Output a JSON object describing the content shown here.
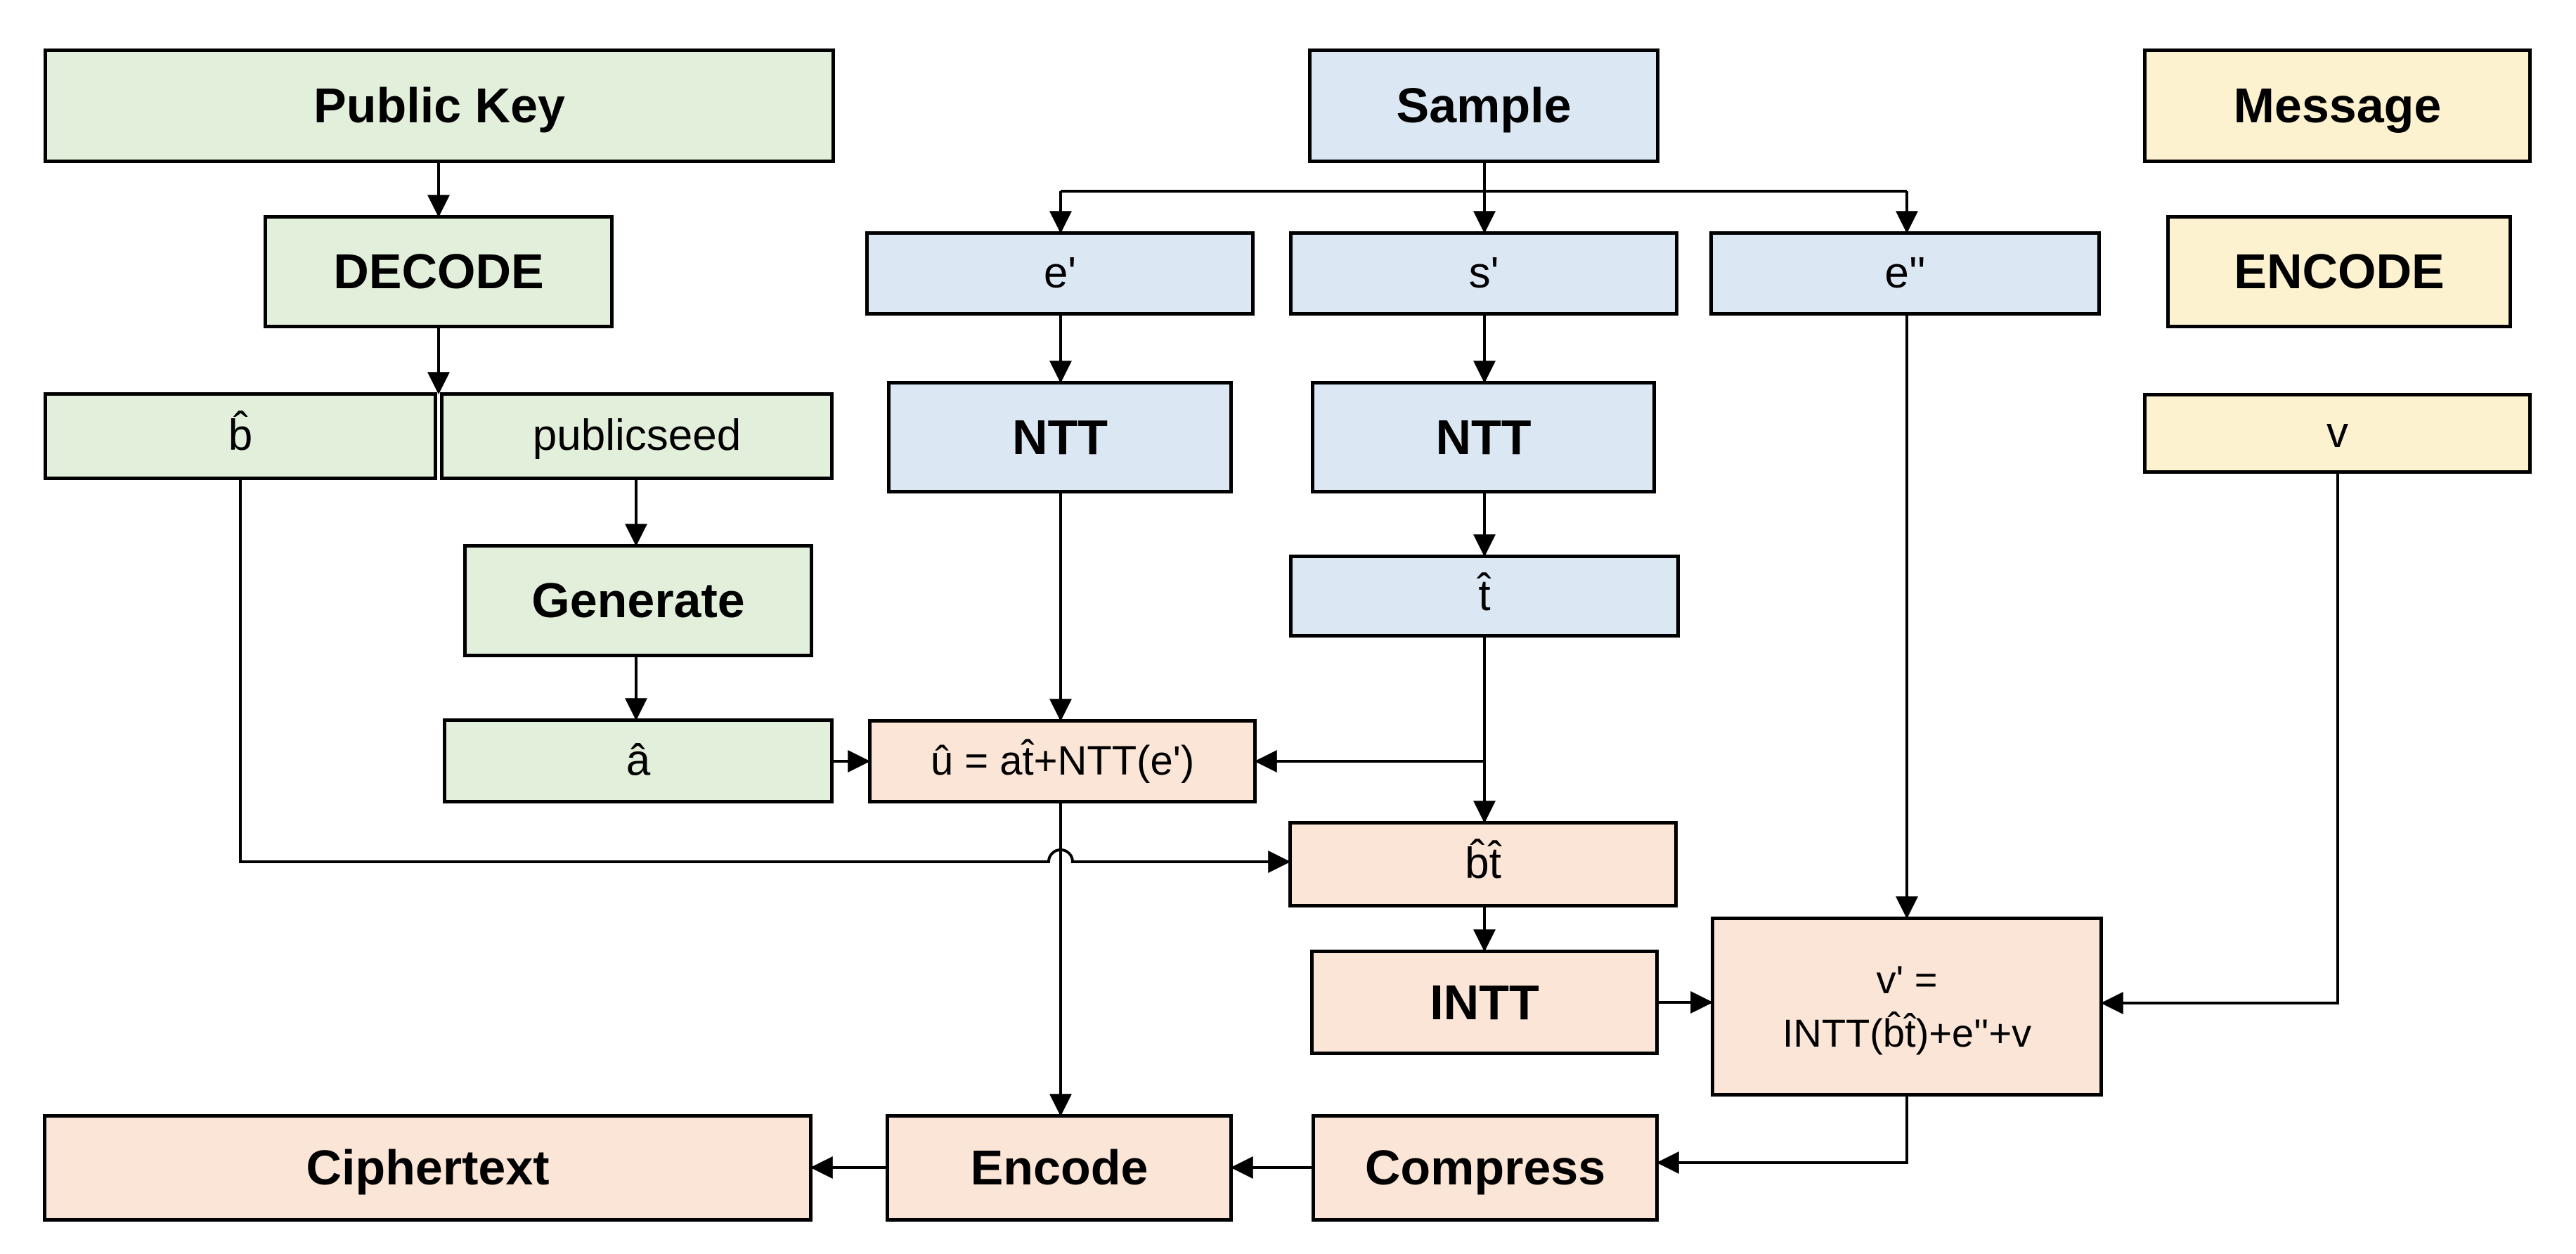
{
  "diagram": {
    "nodes": {
      "public_key": {
        "label": "Public Key"
      },
      "decode": {
        "label": "DECODE"
      },
      "b_hat": {
        "label": "b̂"
      },
      "publicseed": {
        "label": "publicseed"
      },
      "generate": {
        "label": "Generate"
      },
      "a_hat": {
        "label": "â"
      },
      "sample": {
        "label": "Sample"
      },
      "e_prime": {
        "label": "e'"
      },
      "s_prime": {
        "label": "s'"
      },
      "e_double_prime": {
        "label": "e''"
      },
      "ntt_e": {
        "label": "NTT"
      },
      "ntt_s": {
        "label": "NTT"
      },
      "t_hat": {
        "label": "t̂"
      },
      "message": {
        "label": "Message"
      },
      "encode_upper": {
        "label": "ENCODE"
      },
      "v": {
        "label": "v"
      },
      "u_hat": {
        "label": "û = at̂+NTT(e')"
      },
      "bt_hat": {
        "label": "b̂t̂"
      },
      "intt": {
        "label": "INTT"
      },
      "v_prime": {
        "line1": "v' =",
        "line2": "INTT(b̂t̂)+e''+v"
      },
      "ciphertext": {
        "label": "Ciphertext"
      },
      "encode_lower": {
        "label": "Encode"
      },
      "compress": {
        "label": "Compress"
      }
    },
    "colors": {
      "green_fill": "#e2efda",
      "blue_fill": "#dbe8f4",
      "yellow_fill": "#fdf2d0",
      "peach_fill": "#fbe5d6",
      "border_color": "#000000",
      "line_color": "#000000",
      "background": "#ffffff"
    }
  }
}
